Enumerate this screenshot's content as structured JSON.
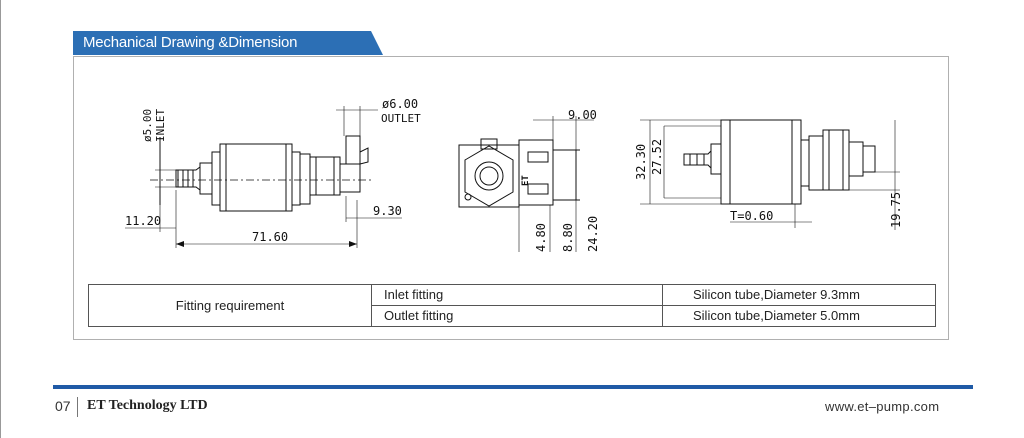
{
  "section": {
    "title": "Mechanical Drawing &Dimension"
  },
  "drawing": {
    "side_view": {
      "inlet_diameter": "ø5.00",
      "inlet_label": "INLET",
      "outlet_diameter": "ø6.00",
      "outlet_label": "OUTLET",
      "dim_inlet_offset": "11.20",
      "dim_total_length": "71.60",
      "dim_outlet_offset": "9.30"
    },
    "end_view": {
      "dim_depth": "9.00",
      "dim_a": "4.80",
      "dim_b": "8.80",
      "dim_c": "24.20",
      "marking": "ET"
    },
    "top_view": {
      "dim_height_outer": "32.30",
      "dim_height_inner": "27.52",
      "dim_thickness": "T=0.60",
      "dim_right": "19.75"
    }
  },
  "fitting_table": {
    "label": "Fitting requirement",
    "rows": [
      {
        "fitting": "Inlet fitting",
        "requirement": "Silicon tube,Diameter 9.3mm"
      },
      {
        "fitting": "Outlet fitting",
        "requirement": "Silicon tube,Diameter 5.0mm"
      }
    ]
  },
  "footer": {
    "page_number": "07",
    "company": "ET Technology LTD",
    "website": "www.et–pump.com"
  },
  "colors": {
    "accent": "#2c6fb5",
    "footer_bar": "#1f5aa6"
  }
}
